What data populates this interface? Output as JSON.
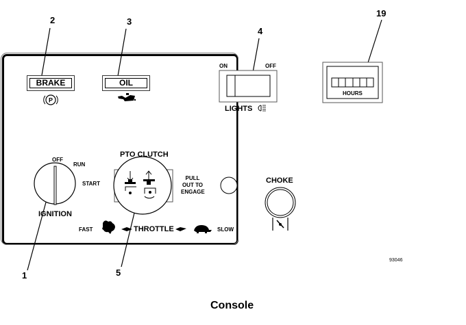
{
  "callouts": {
    "c1": "1",
    "c2": "2",
    "c3": "3",
    "c4": "4",
    "c5": "5",
    "c19": "19"
  },
  "brake": {
    "label": "BRAKE",
    "icon": "parking-brake-icon",
    "icon_glyph": "P"
  },
  "oil": {
    "label": "OIL",
    "icon": "oil-can-icon"
  },
  "lights": {
    "on": "ON",
    "off": "OFF",
    "label": "LIGHTS",
    "icon": "headlight-icon"
  },
  "hourmeter": {
    "label": "HOURS",
    "digits": 6
  },
  "ignition": {
    "label": "IGNITION",
    "positions": [
      "OFF",
      "RUN",
      "START"
    ]
  },
  "pto": {
    "title": "PTO CLUTCH",
    "instruction_lines": [
      "PULL",
      "OUT TO",
      "ENGAGE"
    ]
  },
  "throttle": {
    "fast": "FAST",
    "label": "THROTTLE",
    "slow": "SLOW",
    "fast_icon": "rabbit-icon",
    "slow_icon": "turtle-icon"
  },
  "choke": {
    "label": "CHOKE",
    "icon": "choke-icon"
  },
  "figure_number": "93046",
  "caption": "Console"
}
